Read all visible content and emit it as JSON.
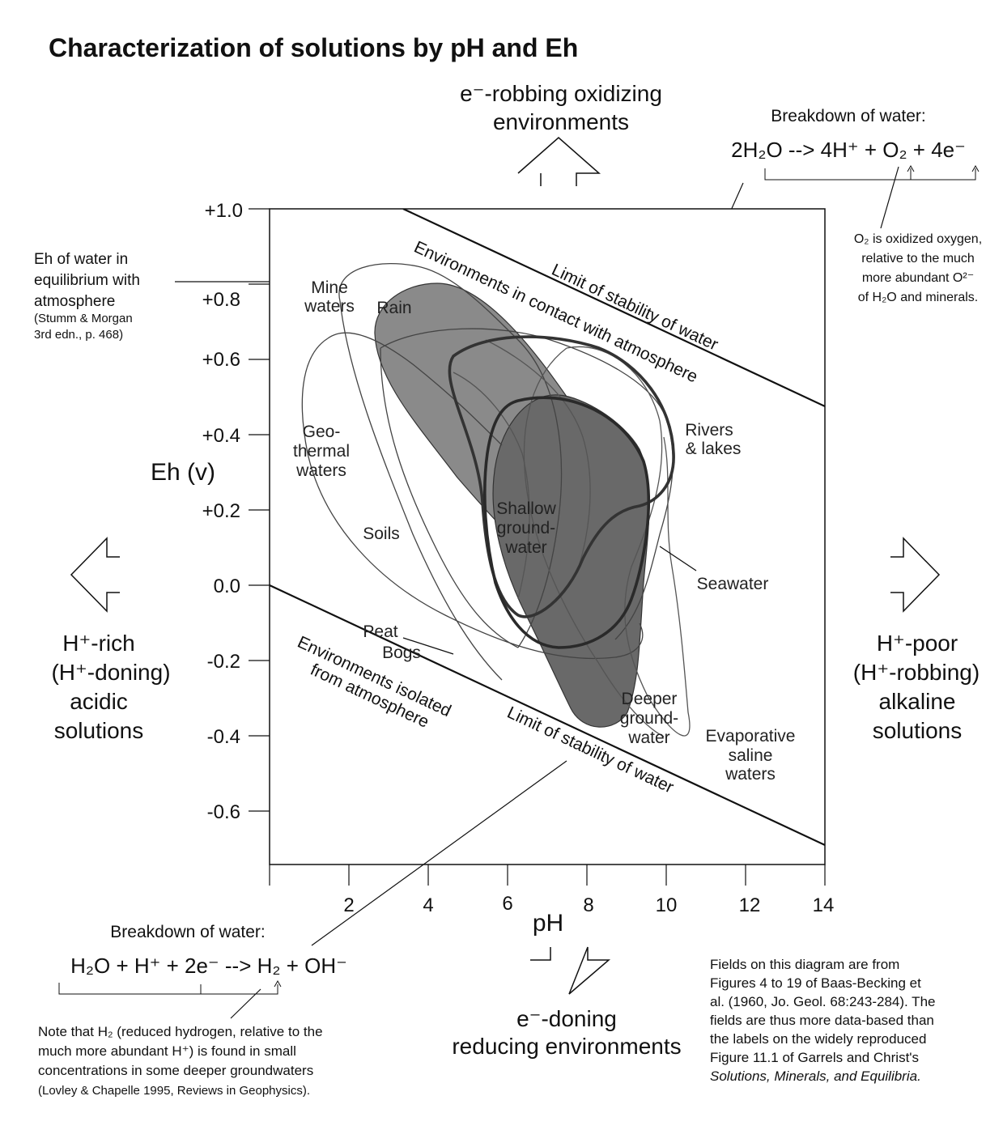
{
  "title": "Characterization of solutions by pH and Eh",
  "directions": {
    "up": [
      "e⁻-robbing oxidizing",
      "environments"
    ],
    "down": [
      "e⁻-doning",
      "reducing environments"
    ],
    "left": [
      "H⁺-rich",
      "(H⁺-doning)",
      "acidic",
      "solutions"
    ],
    "right": [
      "H⁺-poor",
      "(H⁺-robbing)",
      "alkaline",
      "solutions"
    ]
  },
  "axes": {
    "x_label": "pH",
    "y_label": "Eh (v)",
    "x_ticks": [
      "2",
      "4",
      "6",
      "8",
      "10",
      "12",
      "14"
    ],
    "y_ticks": [
      "+1.0",
      "+0.8",
      "+0.6",
      "+0.4",
      "+0.2",
      "0.0",
      "-0.2",
      "-0.4",
      "-0.6"
    ]
  },
  "stability_lines": {
    "upper_label": "Limit of stability of water",
    "lower_label": "Limit of stability of water",
    "atmosphere_label": "Environments in contact with atmosphere",
    "isolated_label": [
      "Environments isolated",
      "from atmosphere"
    ]
  },
  "fields": {
    "mine": [
      "Mine",
      "waters"
    ],
    "rain": "Rain",
    "geothermal": [
      "Geo-",
      "thermal",
      "waters"
    ],
    "soils": "Soils",
    "rivers": [
      "Rivers",
      "& lakes"
    ],
    "shallow": [
      "Shallow",
      "ground-",
      "water"
    ],
    "seawater": "Seawater",
    "peat": [
      "Peat",
      "Bogs"
    ],
    "deeper": [
      "Deeper",
      "ground-",
      "water"
    ],
    "evaporative": [
      "Evaporative",
      "saline",
      "waters"
    ]
  },
  "atmosphere_note": {
    "lines": [
      "Eh of water in",
      "equilibrium with",
      "atmosphere"
    ],
    "ref": [
      "(Stumm & Morgan",
      "3rd edn., p. 468)"
    ]
  },
  "top_breakdown": {
    "heading": "Breakdown of water:",
    "equation": "2H₂O -->  4H⁺ + O₂ + 4e⁻",
    "note": [
      "O₂ is oxidized oxygen,",
      "relative to the much",
      "more abundant O²⁻",
      "of H₂O and minerals."
    ]
  },
  "bottom_breakdown": {
    "heading": "Breakdown of water:",
    "equation": "H₂O + H⁺ + 2e⁻ --> H₂ + OH⁻",
    "note": [
      "Note that H₂ (reduced hydrogen, relative to the",
      "much more abundant H⁺) is found in small",
      "concentrations in some deeper groundwaters",
      "(Lovley & Chapelle 1995, Reviews in Geophysics)."
    ]
  },
  "source_note": [
    "Fields on this diagram are from",
    "Figures 4 to 19 of  Baas-Becking et",
    "al. (1960, Jo. Geol. 68:243-284).  The",
    "fields are thus more data-based than",
    "the labels on the widely reproduced",
    "Figure 11.1 of Garrels and Christ's",
    "Solutions, Minerals, and Equilibria."
  ],
  "colors": {
    "ink": "#111111",
    "shade_dark": "#666666",
    "shade_light": "#8a8a8a",
    "field_line": "#444444"
  }
}
